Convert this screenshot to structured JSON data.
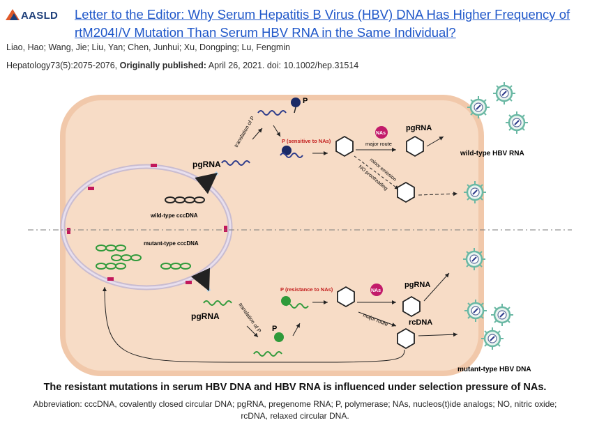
{
  "header": {
    "logo_text": "AASLD",
    "title": "Letter to the Editor: Why Serum Hepatitis B Virus (HBV) DNA Has Higher Frequency of rtM204I/V Mutation Than Serum HBV RNA in the Same Individual?",
    "authors": "Liao, Hao; Wang, Jie; Liu, Yan; Chen, Junhui; Xu, Dongping; Lu, Fengmin",
    "citation_journal": "Hepatology73(5):2075-2076,",
    "citation_pub_label": "Originally published:",
    "citation_date": "April 26, 2021.",
    "citation_doi": "doi: 10.1002/hep.31514"
  },
  "figure": {
    "wild_cccdna": "wild-type cccDNA",
    "mutant_cccdna": "mutant-type cccDNA",
    "pgrna_top": "pgRNA",
    "pgrna_bottom": "pgRNA",
    "translation_top": "translation of P",
    "translation_bottom": "translation of P",
    "p_label_top": "P",
    "p_label_bottom": "P",
    "p_sensitive": "P (sensitive to NAs)",
    "p_resistance": "P (resistance to NAs)",
    "nas": "NAs",
    "major_route_top": "major route",
    "major_route_bottom": "major route",
    "minor_emission": "minor emission",
    "no_proofreading": "NO proofreading",
    "pgrna_right_top": "pgRNA",
    "pgrna_right_bottom": "pgRNA",
    "rcdna": "rcDNA",
    "wild_hbv_rna": "wild-type HBV RNA",
    "mutant_hbv_dna": "mutant-type HBV DNA",
    "colors": {
      "cell": "#f7dcc6",
      "membrane": "#f1c8aa",
      "nucleus_ring": "#c9bcd0",
      "wild_rna": "#2b3a8a",
      "mutant_rna": "#2f9a3a",
      "nas": "#c21b6a",
      "virion": "#6ab8a4"
    }
  },
  "caption": {
    "main": "The resistant mutations in serum HBV DNA and HBV RNA is influenced under selection pressure of NAs.",
    "abbreviation": "Abbreviation: cccDNA, covalently closed circular DNA; pgRNA, pregenome RNA; P, polymerase; NAs, nucleos(t)ide analogs; NO, nitric oxide; rcDNA, relaxed circular DNA."
  }
}
